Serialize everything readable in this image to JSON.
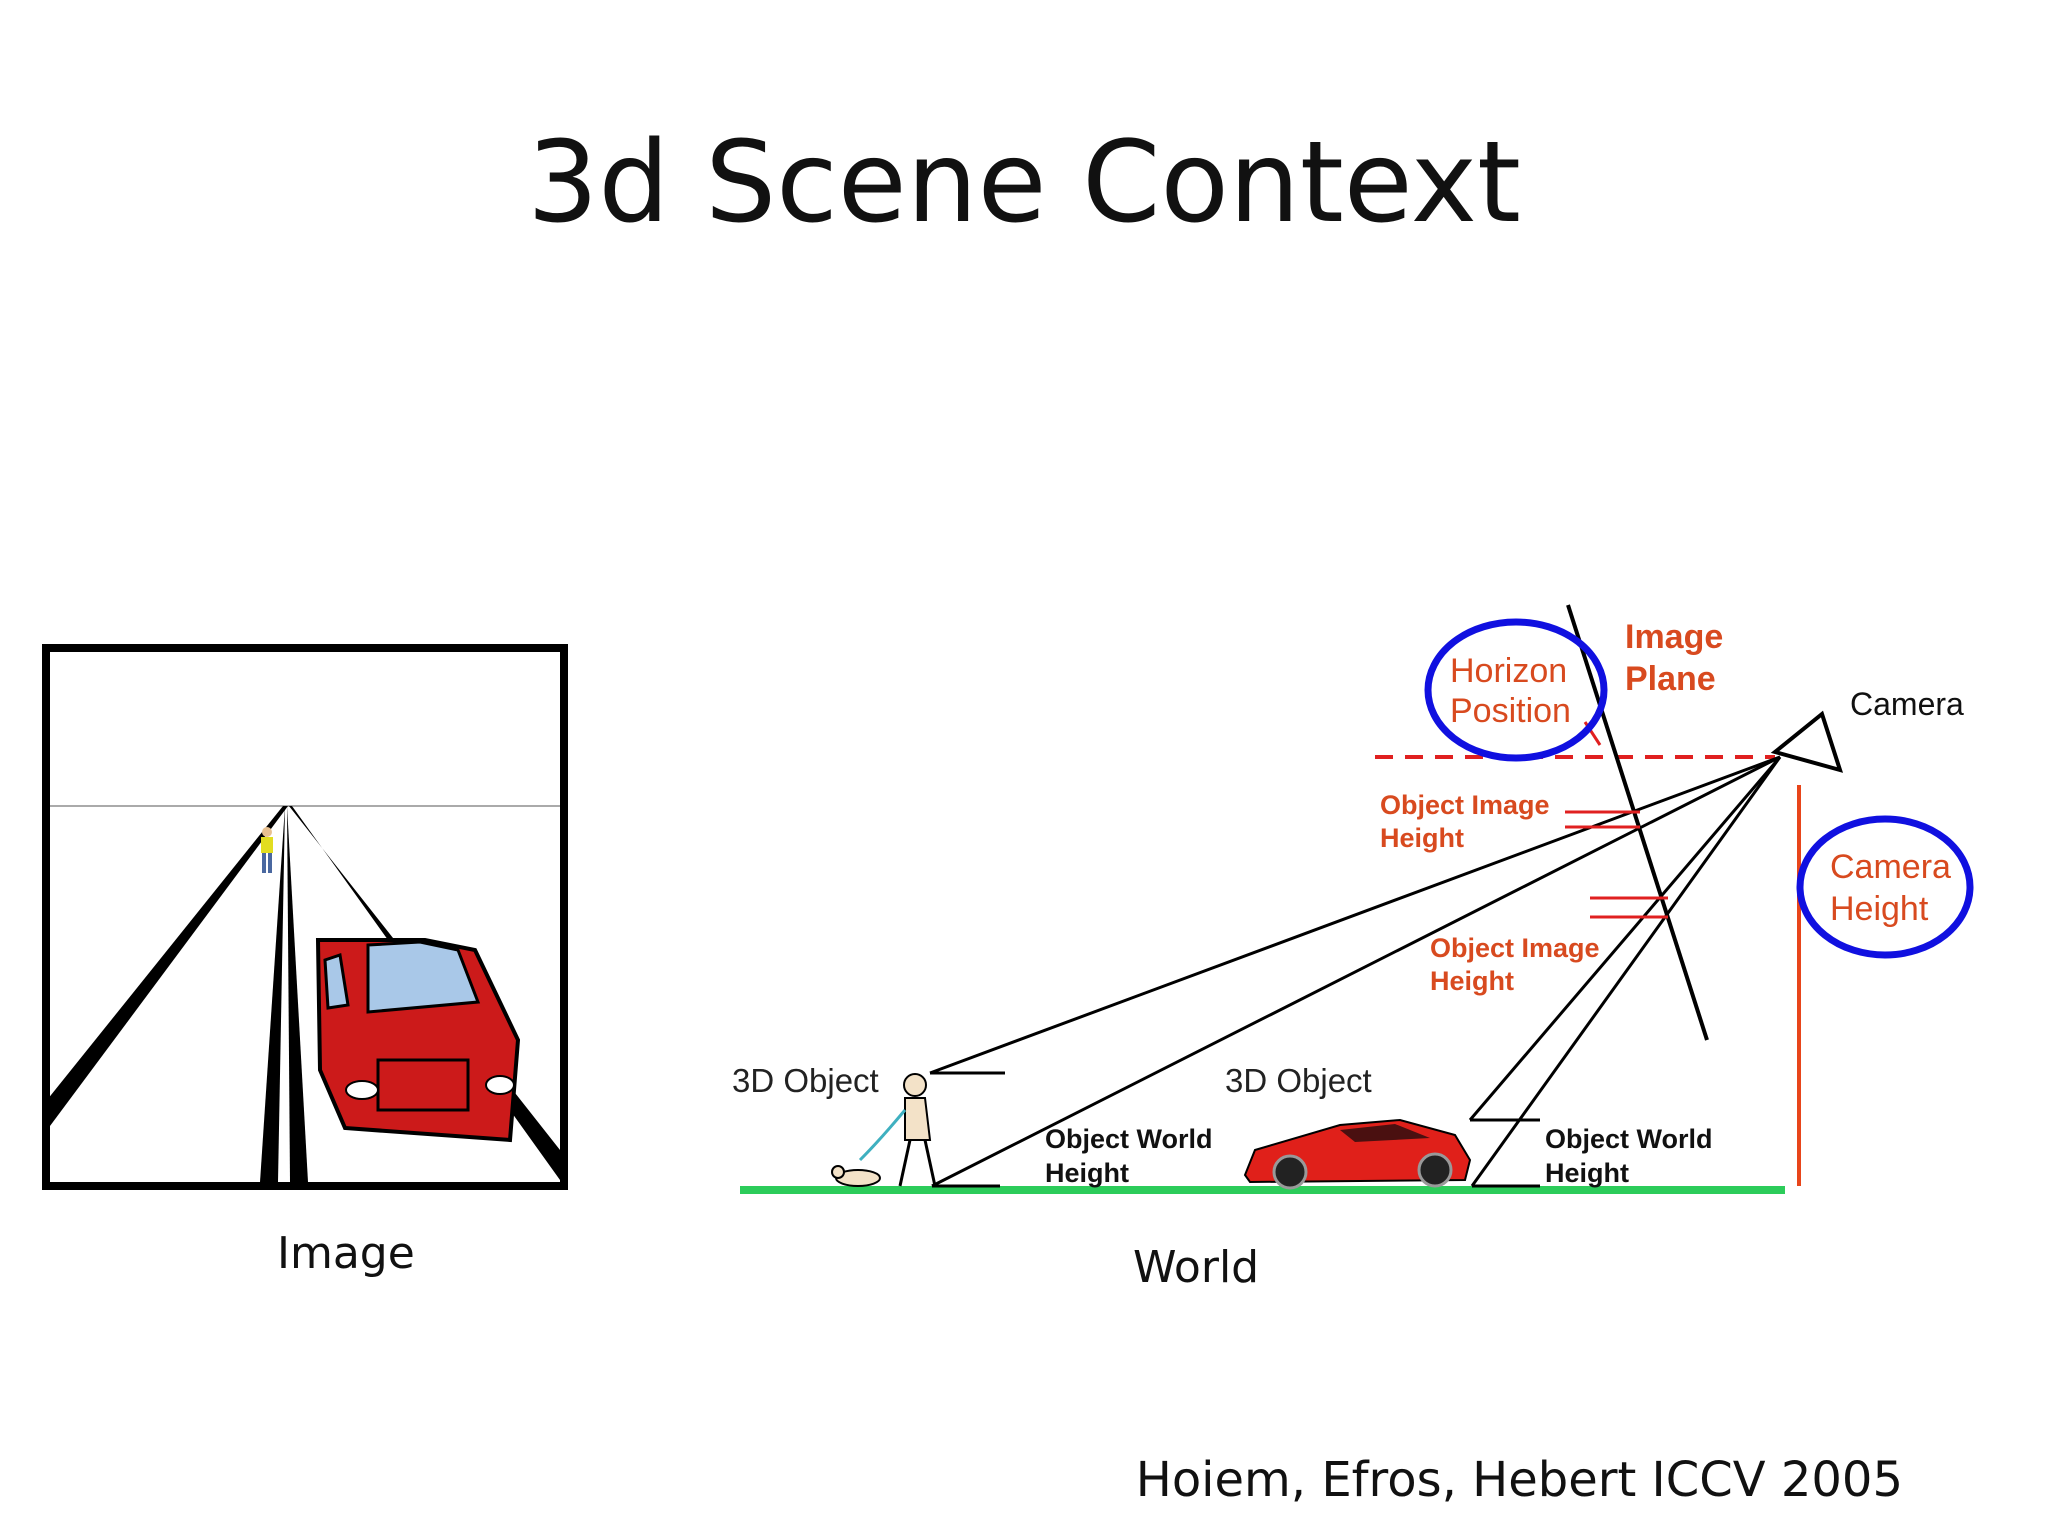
{
  "slide": {
    "title": "3d Scene Context",
    "image_caption": "Image",
    "world_caption": "World",
    "citation": "Hoiem, Efros, Hebert ICCV 2005"
  },
  "world_diagram": {
    "horizon_position": [
      "Horizon",
      "Position"
    ],
    "image_plane": [
      "Image",
      "Plane"
    ],
    "camera": "Camera",
    "camera_height": [
      "Camera",
      "Height"
    ],
    "object_image_height_1": [
      "Object Image",
      "Height"
    ],
    "object_image_height_2": [
      "Object Image",
      "Height"
    ],
    "object_3d_1": "3D Object",
    "object_3d_2": "3D Object",
    "object_world_height_1": [
      "Object World",
      "Height"
    ],
    "object_world_height_2": [
      "Object World",
      "Height"
    ]
  },
  "colors": {
    "highlight_circle": "#1010e0",
    "label_red": "#d84a1f",
    "ground": "#2ccc5a",
    "car": "#cc1a1a"
  }
}
